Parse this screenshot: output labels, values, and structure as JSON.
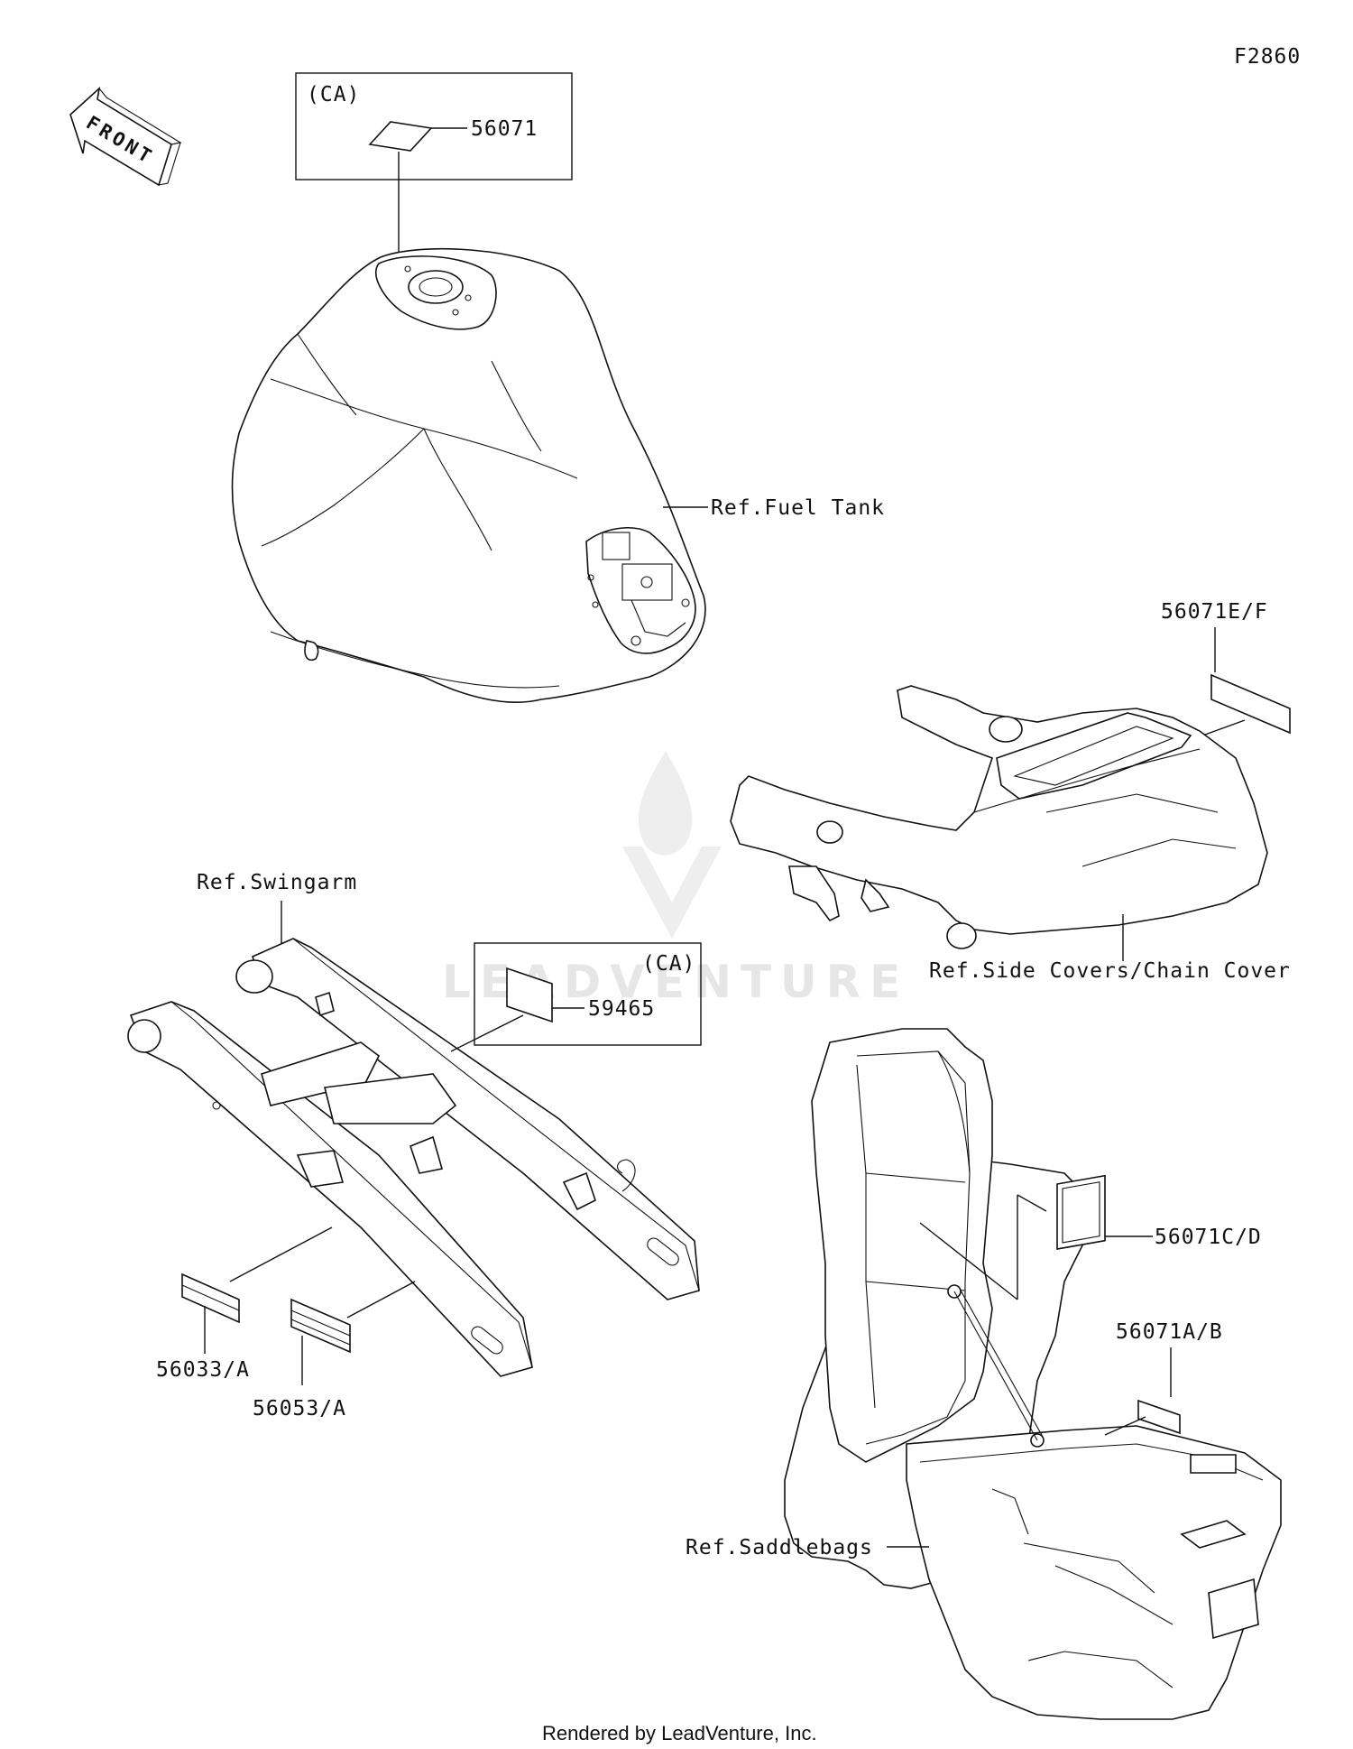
{
  "diagram_code": "F2860",
  "front_label": "FRONT",
  "watermark": "LEADVENTURE",
  "footer": "Rendered by LeadVenture, Inc.",
  "callouts": {
    "ca_top": "(CA)",
    "p56071": "56071",
    "fuel_tank": "Ref.Fuel Tank",
    "p56071ef": "56071E/F",
    "side_covers": "Ref.Side Covers/Chain Cover",
    "swingarm": "Ref.Swingarm",
    "ca_mid": "(CA)",
    "p59465": "59465",
    "p56071cd": "56071C/D",
    "p56071ab": "56071A/B",
    "p56033a": "56033/A",
    "p56053a": "56053/A",
    "saddlebags": "Ref.Saddlebags"
  }
}
